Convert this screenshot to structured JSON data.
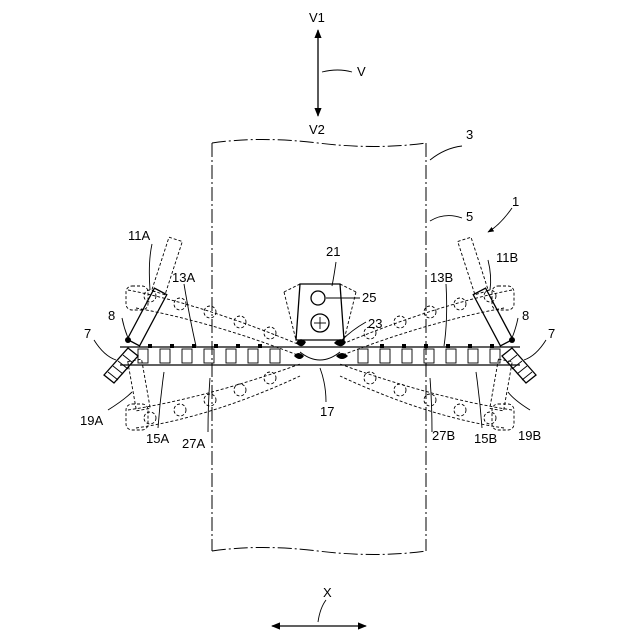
{
  "labels": {
    "v1": "V1",
    "v2": "V2",
    "v": "V",
    "x": "X",
    "l1": "1",
    "l3": "3",
    "l5": "5",
    "l7a": "7",
    "l7b": "7",
    "l8a": "8",
    "l8b": "8",
    "l11a": "11A",
    "l11b": "11B",
    "l13a": "13A",
    "l13b": "13B",
    "l15a": "15A",
    "l15b": "15B",
    "l17": "17",
    "l19a": "19A",
    "l19b": "19B",
    "l21": "21",
    "l23": "23",
    "l25": "25",
    "l27a": "27A",
    "l27b": "27B"
  }
}
